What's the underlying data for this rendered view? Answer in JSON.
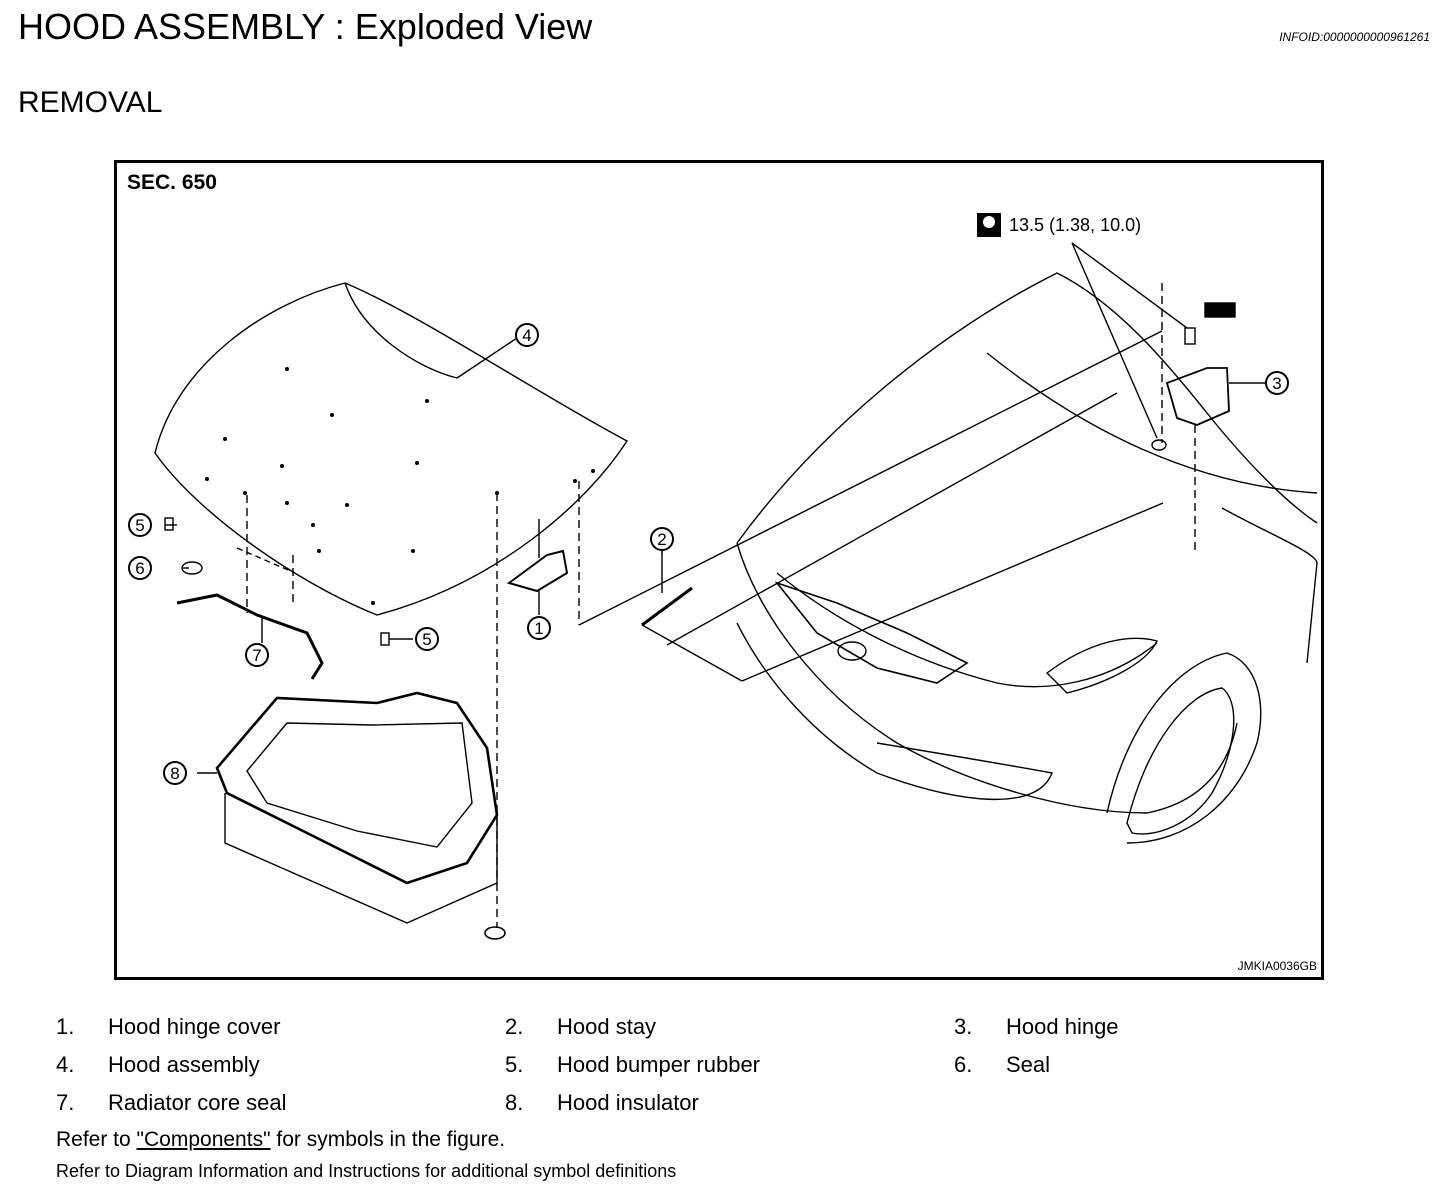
{
  "header": {
    "title": "HOOD ASSEMBLY : Exploded View",
    "infoid": "INFOID:0000000000961261",
    "section": "REMOVAL"
  },
  "figure": {
    "sec_label": "SEC. 650",
    "torque_spec": "13.5 (1.38, 10.0)",
    "figure_id": "JMKIA0036GB",
    "callouts": [
      "1",
      "2",
      "3",
      "4",
      "5",
      "5",
      "6",
      "7",
      "8"
    ]
  },
  "legend": {
    "items": [
      {
        "num": "1.",
        "label": "Hood hinge cover"
      },
      {
        "num": "2.",
        "label": "Hood stay"
      },
      {
        "num": "3.",
        "label": "Hood hinge"
      },
      {
        "num": "4.",
        "label": "Hood assembly"
      },
      {
        "num": "5.",
        "label": "Hood bumper rubber"
      },
      {
        "num": "6.",
        "label": "Seal"
      },
      {
        "num": "7.",
        "label": "Radiator core seal"
      },
      {
        "num": "8.",
        "label": "Hood insulator"
      }
    ]
  },
  "notes": {
    "refer_prefix": "Refer to ",
    "refer_link": "\"Components\"",
    "refer_suffix": " for symbols in the figure.",
    "diagram_info": "Refer to Diagram Information and Instructions for additional symbol definitions"
  }
}
